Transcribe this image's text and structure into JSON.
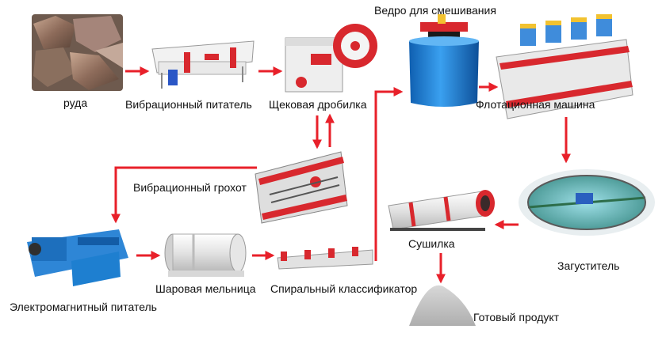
{
  "colors": {
    "arrow": "#e8202a",
    "machine_red": "#d8282e",
    "blue": "#1e7fd0",
    "product": "#c9c9c9"
  },
  "nodes": {
    "ore": {
      "label": "руда"
    },
    "vibrating_feeder": {
      "label": "Вибрационный питатель"
    },
    "jaw_crusher": {
      "label": "Щековая дробилка"
    },
    "mixing_tank": {
      "label": "Ведро для смешивания"
    },
    "flotation_machine": {
      "label": "Флотационная машина"
    },
    "vibrating_screen": {
      "label": "Вибрационный грохот"
    },
    "thickener": {
      "label": "Загуститель"
    },
    "dryer": {
      "label": "Сушилка"
    },
    "electromagnetic_feeder": {
      "label": "Электромагнитный питатель"
    },
    "ball_mill": {
      "label": "Шаровая мельница"
    },
    "spiral_classifier": {
      "label": "Спиральный классификатор"
    },
    "final_product": {
      "label": "Готовый продукт"
    }
  }
}
